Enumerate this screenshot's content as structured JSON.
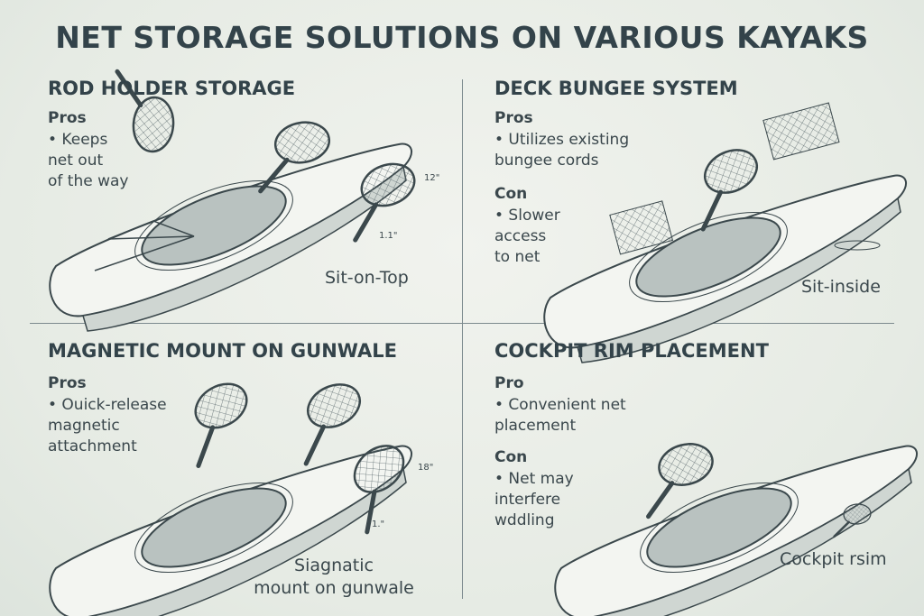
{
  "title": "NET STORAGE SOLUTIONS ON VARIOUS KAYAKS",
  "panels": [
    {
      "heading": "ROD HOLDER STORAGE",
      "sections": [
        {
          "label": "Pros",
          "bullets": [
            "• Keeps\nnet out\nof the way"
          ]
        }
      ],
      "caption": "Sit-on-Top",
      "dims": [
        "12\"",
        "1.1\""
      ]
    },
    {
      "heading": "DECK BUNGEE SYSTEM",
      "sections": [
        {
          "label": "Pros",
          "bullets": [
            "• Utilizes existing\nbungee cords"
          ]
        },
        {
          "label": "Con",
          "bullets": [
            "• Slower\naccess\nto net"
          ]
        }
      ],
      "caption": "Sit-inside"
    },
    {
      "heading": "MAGNETIC MOUNT ON GUNWALE",
      "sections": [
        {
          "label": "Pros",
          "bullets": [
            "• Ouick-release\nmagnetic\nattachment"
          ]
        }
      ],
      "caption": "Siagnatic\nmount on gunwale",
      "dims": [
        "18\"",
        "1.\""
      ]
    },
    {
      "heading": "COCKPIT RIM PLACEMENT",
      "sections": [
        {
          "label": "Pro",
          "bullets": [
            "• Convenient net\nplacement"
          ]
        },
        {
          "label": "Con",
          "bullets": [
            "• Net may\ninterfere\nwddling"
          ]
        }
      ],
      "caption": "Cockpit rsim"
    }
  ]
}
